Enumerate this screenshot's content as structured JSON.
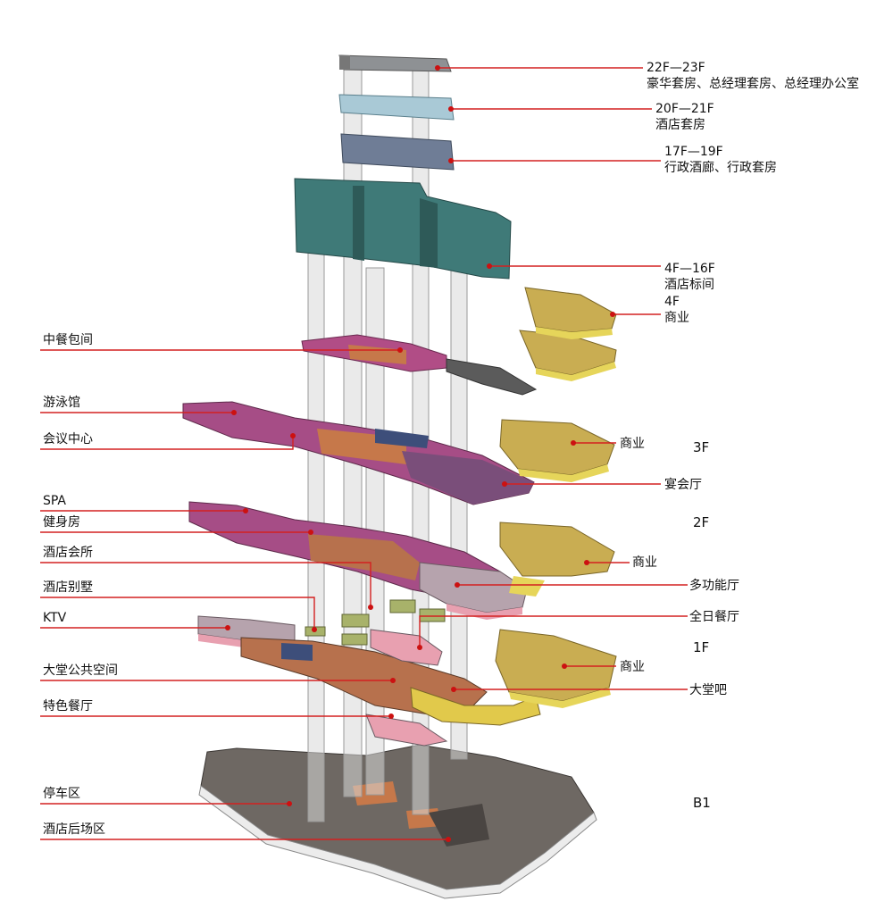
{
  "colors": {
    "leader": "#d42020",
    "dot": "#cc1111",
    "glass": "#d8d8d8",
    "glass_edge": "#9a9a9a",
    "penthouse": "#8e9194",
    "suites": "#a9c9d6",
    "executive": "#6f7d96",
    "rooms": "#3f7a78",
    "retail": "#c9ad52",
    "banquet": "#7a4e7a",
    "pool": "#a64d86",
    "club": "#b7714d",
    "spa_pink": "#e8a0b0",
    "lobby_bar": "#e1c94b",
    "dark": "#5b5b5b",
    "villa": "#a8b26a",
    "basement": "#6e6863",
    "text": "#111111"
  },
  "labels": {
    "f22_23": "22F—23F",
    "penthouse_desc": "豪华套房、总经理套房、总经理办公室",
    "f20_21": "20F—21F",
    "suites_desc": "酒店套房",
    "f17_19": "17F—19F",
    "executive_desc": "行政酒廊、行政套房",
    "f4_16": "4F—16F",
    "rooms_desc": "酒店标间",
    "f4": "4F",
    "retail_4f": "商业",
    "chinese_rooms": "中餐包间",
    "pool": "游泳馆",
    "conference": "会议中心",
    "retail_3f": "商业",
    "banquet": "宴会厅",
    "spa": "SPA",
    "gym": "健身房",
    "club": "酒店会所",
    "retail_2f": "商业",
    "multi_hall": "多功能厅",
    "villa": "酒店别墅",
    "allday": "全日餐厅",
    "ktv": "KTV",
    "lobby": "大堂公共空间",
    "retail_1f": "商业",
    "lobby_bar": "大堂吧",
    "specialty": "特色餐厅",
    "parking": "停车区",
    "back_house": "酒店后场区"
  },
  "floors": {
    "f3": "3F",
    "f2": "2F",
    "f1": "1F",
    "b1": "B1"
  }
}
